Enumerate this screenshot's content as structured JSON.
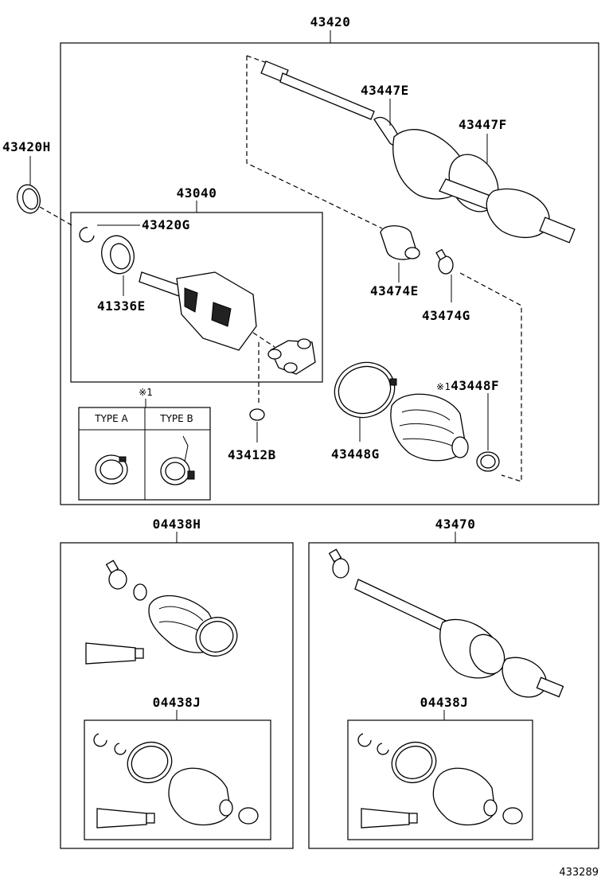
{
  "labels": {
    "main_assembly": "43420",
    "oil_seal": "43420H",
    "inboard_joint_kit": "43040",
    "snap_ring_g": "43420G",
    "bearing": "41336E",
    "shaft_e": "43447E",
    "shaft_f": "43447F",
    "damper": "43474E",
    "clamp_g": "43474G",
    "clip_b": "43412B",
    "boot_clamp": "43448G",
    "boot_f": "43448F",
    "note_mark": "※1",
    "type_a": "TYPE A",
    "type_b": "TYPE B",
    "boot_kit_h": "04438H",
    "outboard_shaft": "43470",
    "boot_kit_j_left": "04438J",
    "boot_kit_j_right": "04438J",
    "diagram_number": "433289"
  }
}
